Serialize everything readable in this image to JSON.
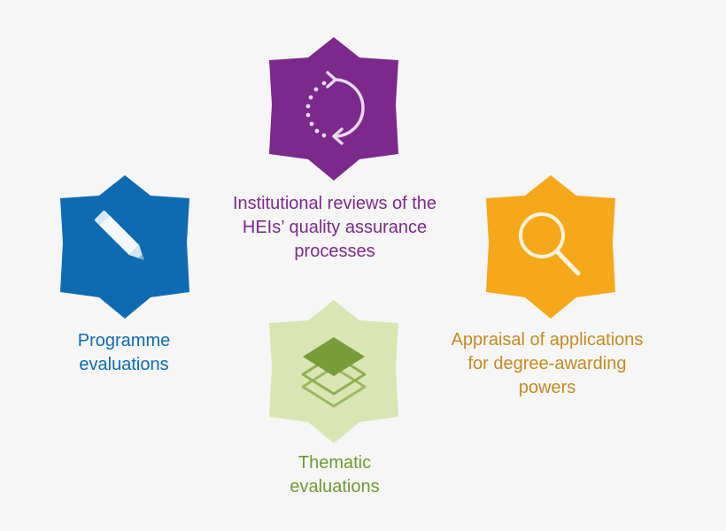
{
  "colors": {
    "background": "#f6f6f7",
    "institutional": "#7b2a8c",
    "programme": "#0e6bb2",
    "appraisal": "#f6a81b",
    "thematic_fill": "#d9e6b3",
    "thematic_icon": "#7a9b3a",
    "appraisal_label": "#c58a20",
    "thematic_label": "#6f9a34"
  },
  "items": [
    {
      "id": "institutional",
      "icon": "refresh-cycle-icon",
      "label_lines": [
        "Institutional reviews of the",
        "HEIs’ quality assurance",
        "processes"
      ]
    },
    {
      "id": "programme",
      "icon": "pencil-icon",
      "label_lines": [
        "Programme",
        "evaluations"
      ]
    },
    {
      "id": "appraisal",
      "icon": "magnifier-icon",
      "label_lines": [
        "Appraisal of applications",
        "for degree-awarding",
        "powers"
      ]
    },
    {
      "id": "thematic",
      "icon": "layers-icon",
      "label_lines": [
        "Thematic",
        "evaluations"
      ]
    }
  ]
}
